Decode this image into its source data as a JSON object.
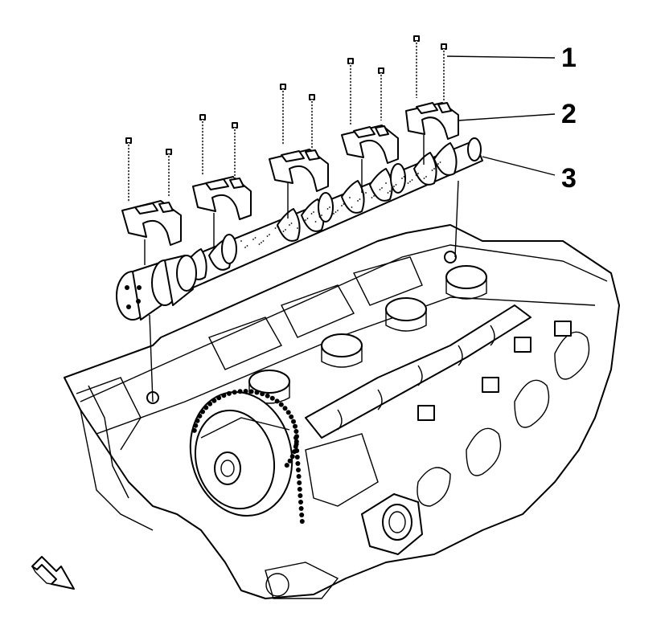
{
  "callouts": [
    {
      "label": "1",
      "part": "bolt"
    },
    {
      "label": "2",
      "part": "bearing-cap"
    },
    {
      "label": "3",
      "part": "camshaft"
    }
  ],
  "direction_arrow": {
    "icon": "front-direction-arrow-icon"
  }
}
